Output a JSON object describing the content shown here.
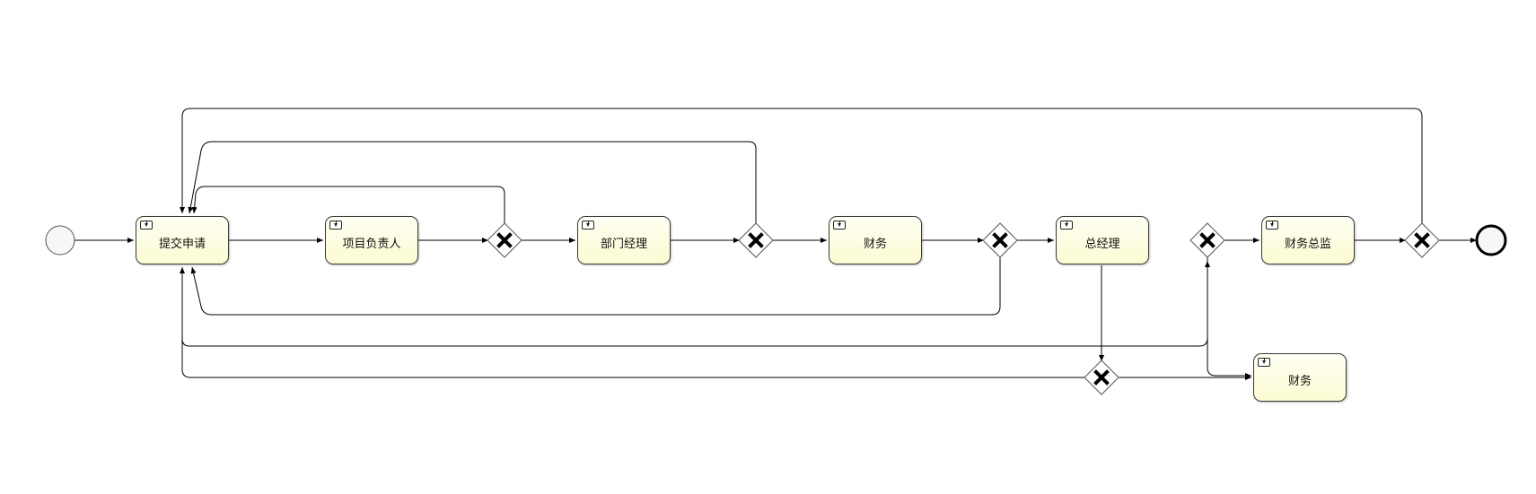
{
  "tasks": {
    "submit": "提交申请",
    "project_lead": "项目负责人",
    "dept_manager": "部门经理",
    "finance_1": "财务",
    "general_manager": "总经理",
    "cfo": "财务总监",
    "finance_2": "财务"
  },
  "icons": {
    "task": "user-task-icon",
    "gateway": "exclusive-gateway-icon",
    "start": "start-event-icon",
    "end": "end-event-icon"
  }
}
